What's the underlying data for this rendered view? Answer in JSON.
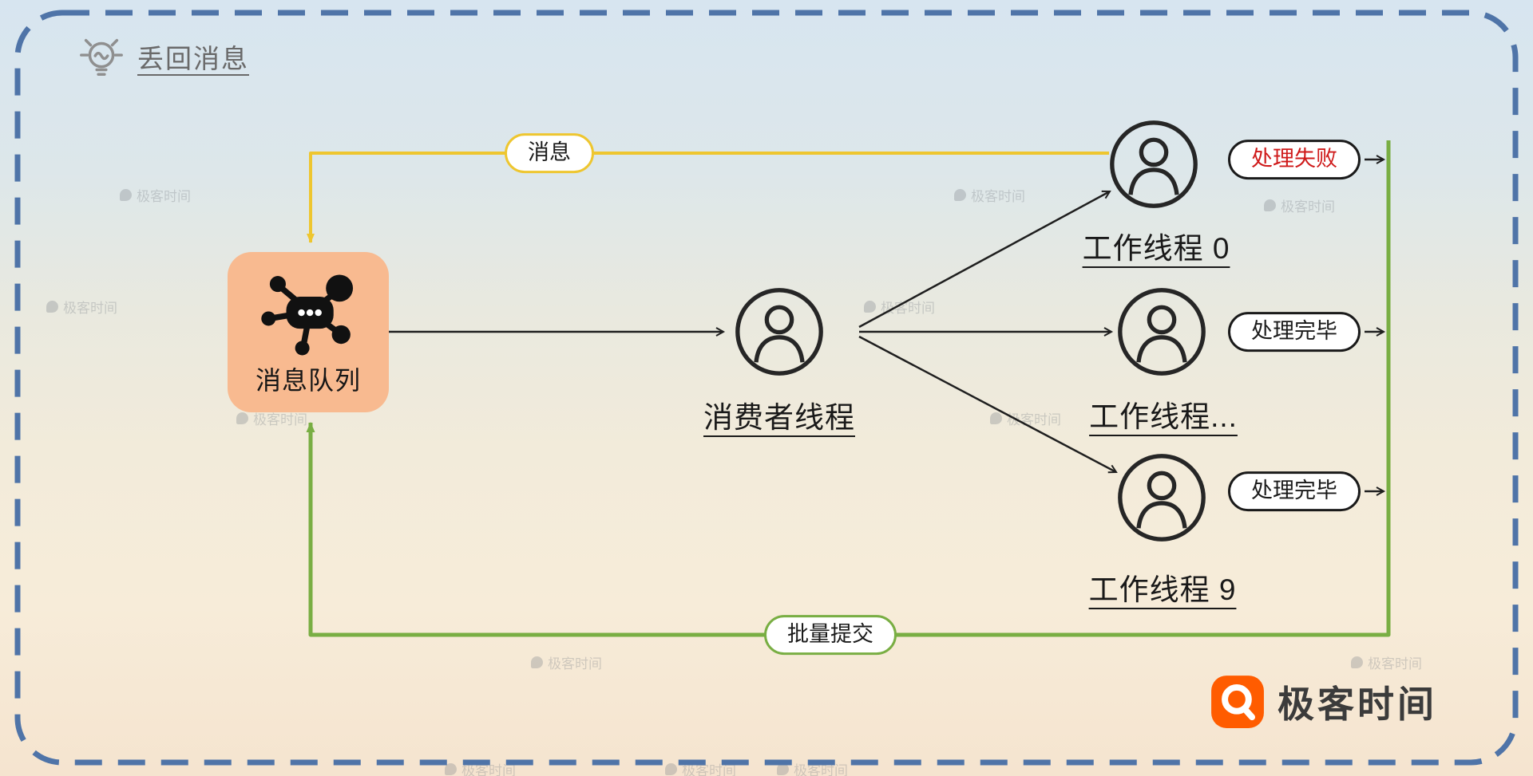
{
  "header": {
    "title": "丢回消息"
  },
  "queue": {
    "label": "消息队列"
  },
  "consumer": {
    "label": "消费者线程"
  },
  "workers": [
    {
      "label": "工作线程 0",
      "status": "处理失败"
    },
    {
      "label": "工作线程...",
      "status": "处理完毕"
    },
    {
      "label": "工作线程 9",
      "status": "处理完毕"
    }
  ],
  "flows": {
    "message": "消息",
    "batch_commit": "批量提交"
  },
  "watermark": {
    "text": "极客时间"
  },
  "logo": {
    "text": "极客时间"
  },
  "icons": {
    "title": "lightbulb-icon",
    "queue": "message-cluster-icon",
    "consumer": "person-icon",
    "workers": "person-icon",
    "logo": "geektime-q-icon",
    "watermark": "geektime-mini-icon"
  },
  "colors": {
    "border-blue": "#4f74a8",
    "queue-bg": "#f8ba90",
    "message-flow": "#eec62f",
    "commit-flow": "#79ae43",
    "fail-text": "#cf1a1a",
    "logo-orange": "#ff5c00",
    "ink": "#1f1f1f"
  }
}
